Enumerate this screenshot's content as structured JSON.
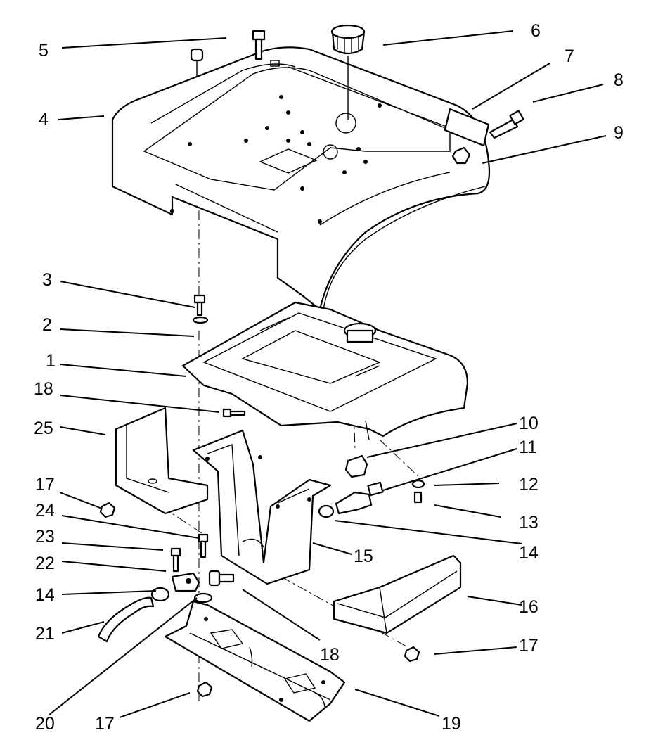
{
  "callouts": [
    {
      "id": "c5",
      "text": "5"
    },
    {
      "id": "c6",
      "text": "6"
    },
    {
      "id": "c7",
      "text": "7"
    },
    {
      "id": "c8",
      "text": "8"
    },
    {
      "id": "c4",
      "text": "4"
    },
    {
      "id": "c9",
      "text": "9"
    },
    {
      "id": "c3",
      "text": "3"
    },
    {
      "id": "c2",
      "text": "2"
    },
    {
      "id": "c1",
      "text": "1"
    },
    {
      "id": "c18a",
      "text": "18"
    },
    {
      "id": "c25",
      "text": "25"
    },
    {
      "id": "c10",
      "text": "10"
    },
    {
      "id": "c11",
      "text": "11"
    },
    {
      "id": "c17a",
      "text": "17"
    },
    {
      "id": "c12",
      "text": "12"
    },
    {
      "id": "c24",
      "text": "24"
    },
    {
      "id": "c13",
      "text": "13"
    },
    {
      "id": "c23",
      "text": "23"
    },
    {
      "id": "c14a",
      "text": "14"
    },
    {
      "id": "c15",
      "text": "15"
    },
    {
      "id": "c22",
      "text": "22"
    },
    {
      "id": "c14b",
      "text": "14"
    },
    {
      "id": "c16",
      "text": "16"
    },
    {
      "id": "c21",
      "text": "21"
    },
    {
      "id": "c17b",
      "text": "17"
    },
    {
      "id": "c18b",
      "text": "18"
    },
    {
      "id": "c20",
      "text": "20"
    },
    {
      "id": "c17c",
      "text": "17"
    },
    {
      "id": "c19",
      "text": "19"
    }
  ]
}
